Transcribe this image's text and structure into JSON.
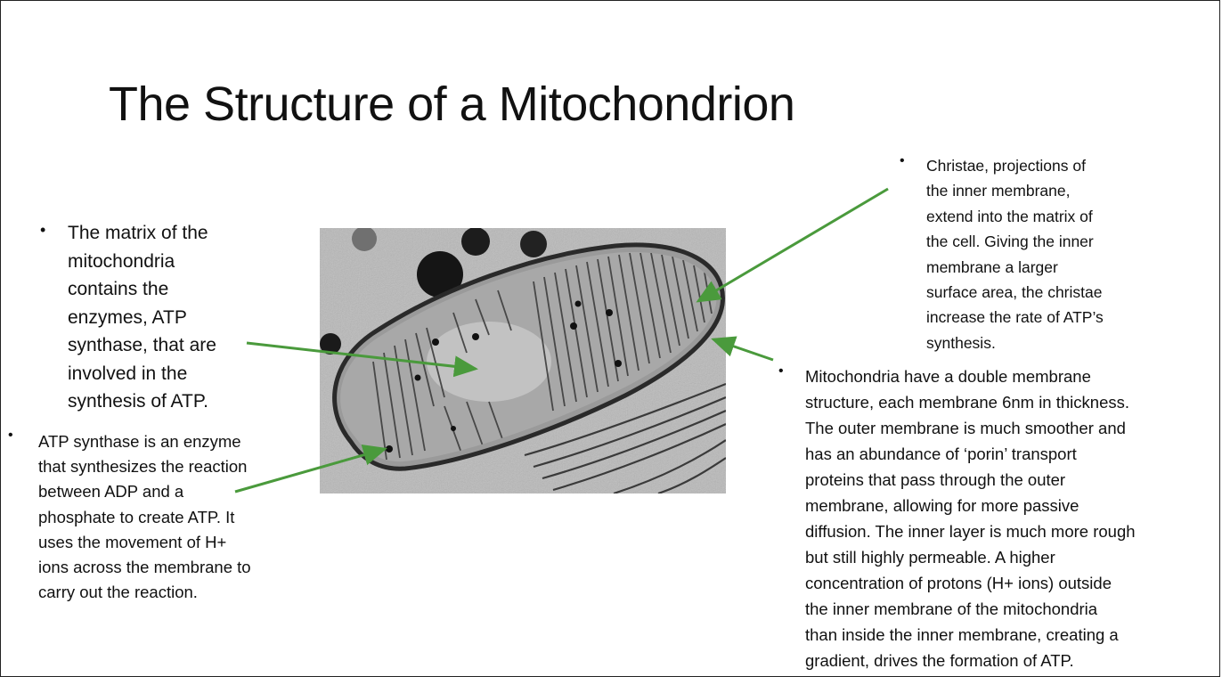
{
  "slide": {
    "title": "The Structure of a Mitochondrion",
    "bullet_glyph": "•",
    "arrow_color": "#4a9a3c",
    "bullets": {
      "matrix": "The matrix of the\nmitochondria\ncontains the\nenzymes, ATP\nsynthase, that are\ninvolved in the\nsynthesis of ATP.",
      "atp_synthase": "ATP synthase is an enzyme\nthat synthesizes the reaction\nbetween ADP and a\nphosphate to create ATP. It\nuses the movement of H+\nions across the membrane to\ncarry out the reaction.",
      "christae": "Christae, projections of\nthe inner membrane,\nextend into the matrix of\nthe cell. Giving the inner\nmembrane a larger\nsurface area, the christae\nincrease the rate of ATP’s\nsynthesis.",
      "double_membrane": "Mitochondria have a double membrane\nstructure, each membrane 6nm in thickness.\nThe outer membrane is much smoother and\nhas an abundance of ‘porin’ transport\nproteins that pass through the outer\nmembrane, allowing for more passive\ndiffusion. The inner layer is much more rough\nbut still highly permeable. A higher\nconcentration of protons (H+ ions) outside\nthe inner membrane of the mitochondria\nthan inside the inner membrane, creating a\ngradient, drives the formation of ATP."
    }
  }
}
